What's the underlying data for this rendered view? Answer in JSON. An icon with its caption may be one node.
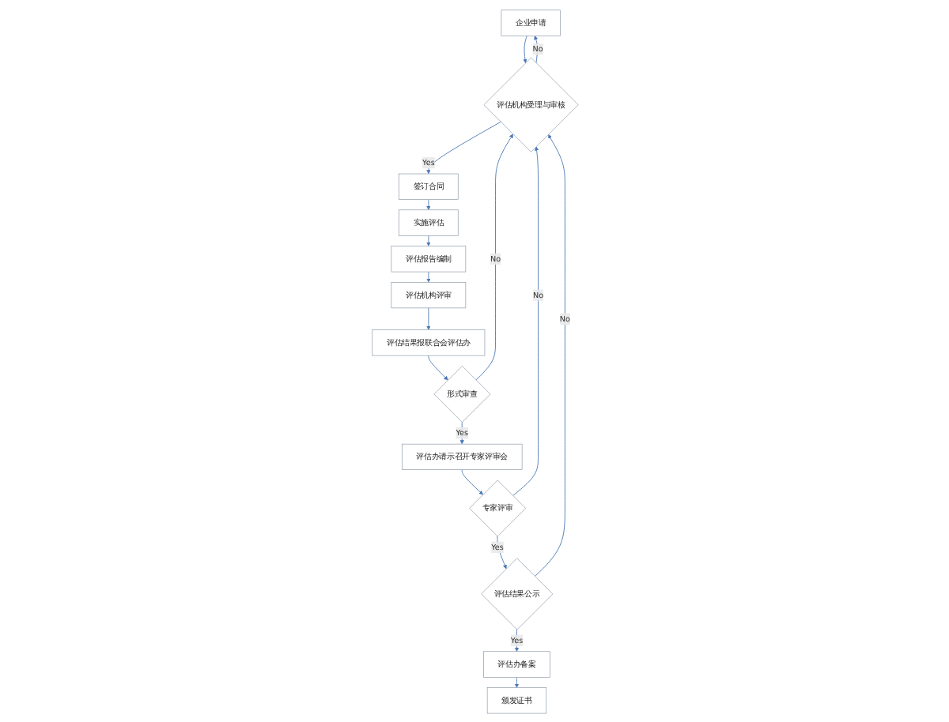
{
  "diagram": {
    "nodes": [
      {
        "text": [
          "企业申请"
        ]
      },
      {
        "text": [
          "评估机构受理与审核"
        ]
      },
      {
        "text": [
          "签订合同"
        ]
      },
      {
        "text": [
          "实施评估"
        ]
      },
      {
        "text": [
          "评估报告编制"
        ]
      },
      {
        "text": [
          "评估机构评审"
        ]
      },
      {
        "text": [
          "评估结果报联合会评估办"
        ]
      },
      {
        "text": [
          "形式审查"
        ]
      },
      {
        "text": [
          "评估办请示召开专家评审会"
        ]
      },
      {
        "text": [
          "专家评审"
        ]
      },
      {
        "text": [
          "评估结果公示"
        ]
      },
      {
        "text": [
          "评估办备案"
        ]
      },
      {
        "text": [
          "颁发证书"
        ]
      }
    ],
    "edges": [
      {
        "from": 0,
        "to": 1,
        "arrow": "to"
      },
      {
        "from": 1,
        "to": 0,
        "arrow": "to",
        "label": "No"
      },
      {
        "from": 1,
        "to": 2,
        "arrow": "to",
        "label": "Yes"
      },
      {
        "from": 2,
        "to": 3,
        "arrow": "to"
      },
      {
        "from": 3,
        "to": 4,
        "arrow": "to"
      },
      {
        "from": 4,
        "to": 5,
        "arrow": "to"
      },
      {
        "from": 5,
        "to": 6,
        "arrow": "to"
      },
      {
        "from": 6,
        "to": 7,
        "arrow": "to"
      },
      {
        "from": 7,
        "to": 1,
        "arrow": "to",
        "label": "No"
      },
      {
        "from": 7,
        "to": 8,
        "arrow": "to",
        "label": "Yes"
      },
      {
        "from": 8,
        "to": 9,
        "arrow": "to"
      },
      {
        "from": 9,
        "to": 1,
        "arrow": "to",
        "label": "No"
      },
      {
        "from": 9,
        "to": 10,
        "arrow": "to",
        "label": "Yes"
      },
      {
        "from": 10,
        "to": 1,
        "arrow": "to",
        "label": "No"
      },
      {
        "from": 10,
        "to": 11,
        "arrow": "to",
        "label": "Yes"
      },
      {
        "from": 11,
        "to": 12,
        "arrow": "to"
      }
    ]
  }
}
